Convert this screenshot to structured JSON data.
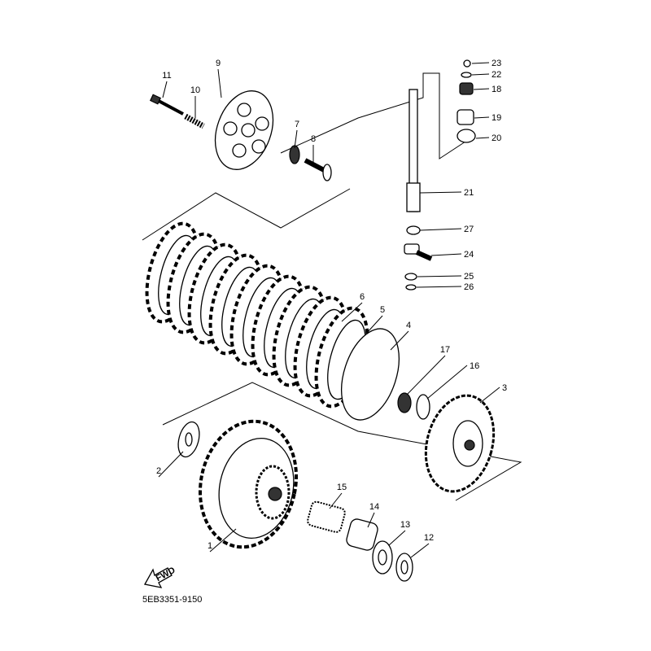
{
  "diagram": {
    "catalog_code": "5EB3351-9150",
    "fwd_label": "FWD",
    "callouts": [
      "1",
      "2",
      "3",
      "4",
      "5",
      "6",
      "7",
      "8",
      "9",
      "10",
      "11",
      "12",
      "13",
      "14",
      "15",
      "16",
      "17",
      "18",
      "19",
      "20",
      "21",
      "22",
      "23",
      "24",
      "25",
      "26",
      "27"
    ]
  }
}
